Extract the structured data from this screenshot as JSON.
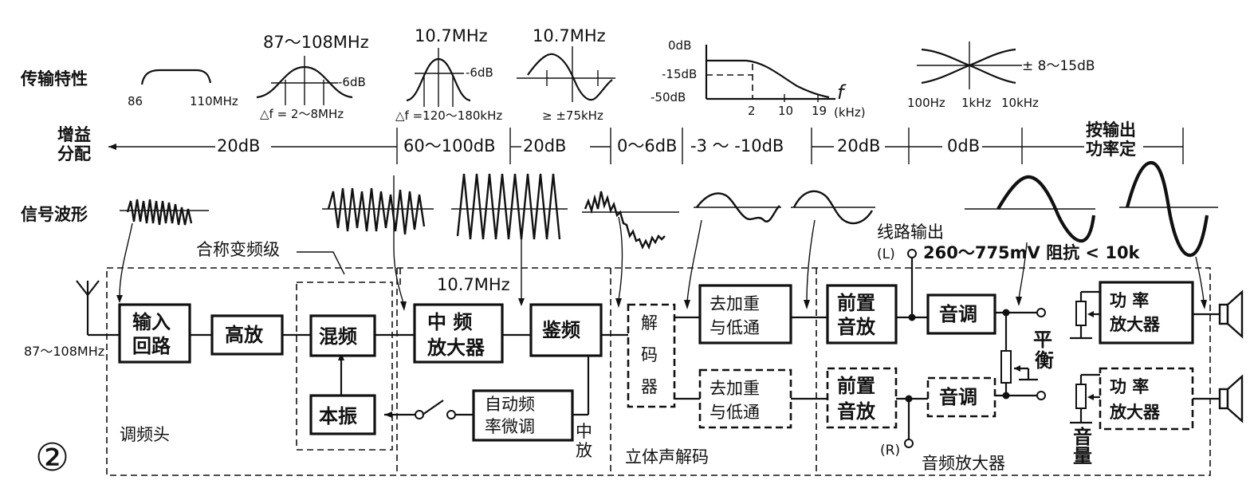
{
  "row_labels": {
    "transfer": "传输特性",
    "gain_line1": "增益",
    "gain_line2": "分配",
    "signal": "信号波形"
  },
  "transfer_curves": {
    "rf": {
      "low": "86",
      "high": "110MHz"
    },
    "tuner": {
      "top": "87～108MHz",
      "db": "-6dB",
      "bw": "△f = 2～8MHz"
    },
    "if": {
      "top": "10.7MHz",
      "db": "-6dB",
      "bw": "△f =120～180kHz"
    },
    "disc": {
      "top": "10.7MHz",
      "dev": "≥ ±75kHz"
    },
    "deemph": {
      "db0": "0dB",
      "db15": "-15dB",
      "db50": "-50dB",
      "f": "f",
      "t2": "2",
      "t10": "10",
      "t19": "19",
      "unit": "(kHz)"
    },
    "tone": {
      "range": "± 8～15dB",
      "f1": "100Hz",
      "f2": "1kHz",
      "f3": "10kHz"
    }
  },
  "gain": {
    "g1": "20dB",
    "g2": "60～100dB",
    "g3": "20dB",
    "g4": "0～6dB",
    "g5": "-3 ～ -10dB",
    "g6": "20dB",
    "g7": "0dB",
    "g8_line1": "按输出",
    "g8_line2": "功率定"
  },
  "annotations": {
    "combined": "合称变频级",
    "if_freq": "10.7MHz",
    "line_out": "线路输出",
    "line_out_spec": "260～775mV 阻抗 < 10k",
    "ch_l": "(L)",
    "ch_r": "(R)",
    "antenna_freq": "87～108MHz",
    "balance_1": "平",
    "balance_2": "衡",
    "volume_1": "音",
    "volume_2": "量",
    "mid_1": "中",
    "mid_2": "放",
    "figure_no": "②"
  },
  "sections": {
    "tuner": "调频头",
    "stereo": "立体声解码",
    "audio": "音频放大器"
  },
  "blocks": {
    "input_1": "输入",
    "input_2": "回路",
    "rf_amp": "高放",
    "mixer": "混频",
    "osc": "本振",
    "if_1": "中  频",
    "if_2": "放大器",
    "disc": "鉴频",
    "afc_1": "自动频",
    "afc_2": "率微调",
    "dec_1": "解",
    "dec_2": "码",
    "dec_3": "器",
    "deemph_1": "去加重",
    "deemph_2": "与低通",
    "pre_1": "前置",
    "pre_2": "音放",
    "tone": "音调",
    "pa_1": "功  率",
    "pa_2": "放大器"
  }
}
